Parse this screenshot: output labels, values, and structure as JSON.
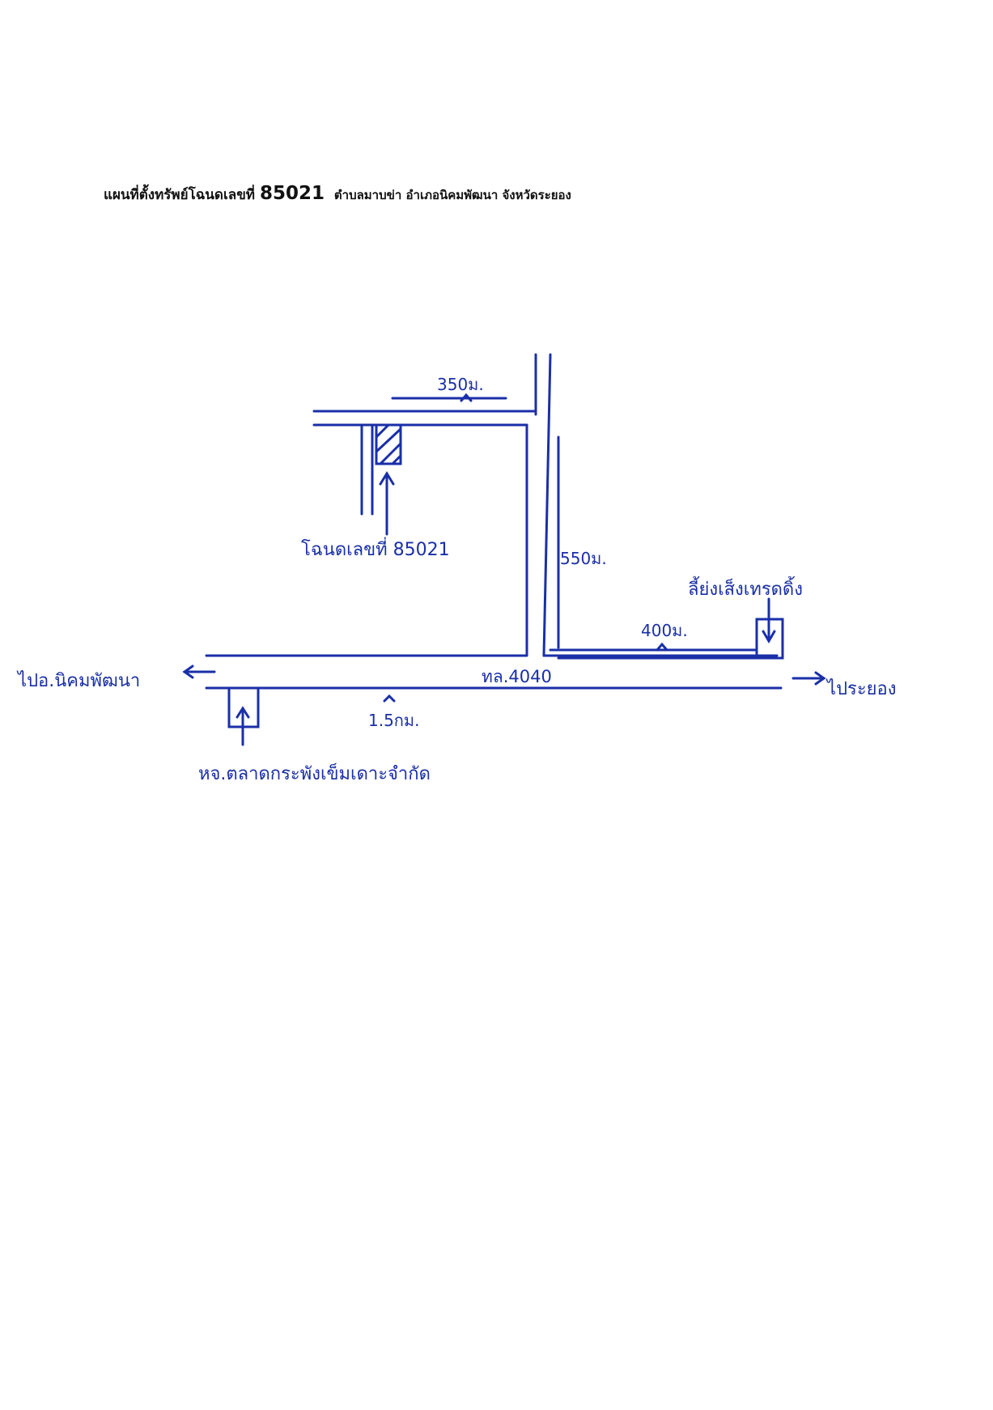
{
  "title": {
    "prefix": "แผนที่ตั้งทรัพย์โฉนดเลขที่",
    "deed_number": "85021",
    "location": "ตำบลมาบข่า อำเภอนิคมพัฒนา จังหวัดระยอง"
  },
  "map": {
    "ink_color": "#1a2fa8",
    "labels": {
      "distance_top": "350ม.",
      "distance_vertical": "550ม.",
      "distance_side_road": "400ม.",
      "distance_bottom": "1.5กม.",
      "highway": "ทล.4040",
      "deed_label": "โฉนดเลขที่ 85021",
      "landmark_right": "ลี้ย่งเส็งเทรดดิ้ง",
      "landmark_bottom": "หจ.ตลาดกระพังเข็มเดาะจำกัด",
      "direction_left": "ไปอ.นิคมพัฒนา",
      "direction_right": "ไประยอง"
    }
  }
}
